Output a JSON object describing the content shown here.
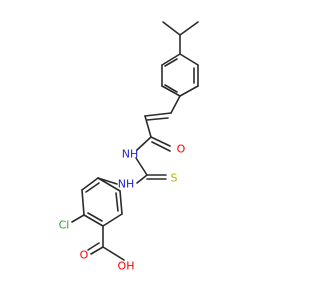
{
  "molecule": {
    "atoms": {
      "oxygen_amide": "O",
      "nitrogen_amide": "NH",
      "sulfur": "S",
      "nitrogen_aryl": "NH",
      "chlorine": "Cl",
      "oxygen_carbonyl": "O",
      "hydroxyl": "OH"
    },
    "colors": {
      "oxygen": "#ff0000",
      "nitrogen": "#1f1fd1",
      "sulfur": "#b3b300",
      "chlorine": "#2fa02f",
      "bond": "#2b2b2b"
    }
  }
}
